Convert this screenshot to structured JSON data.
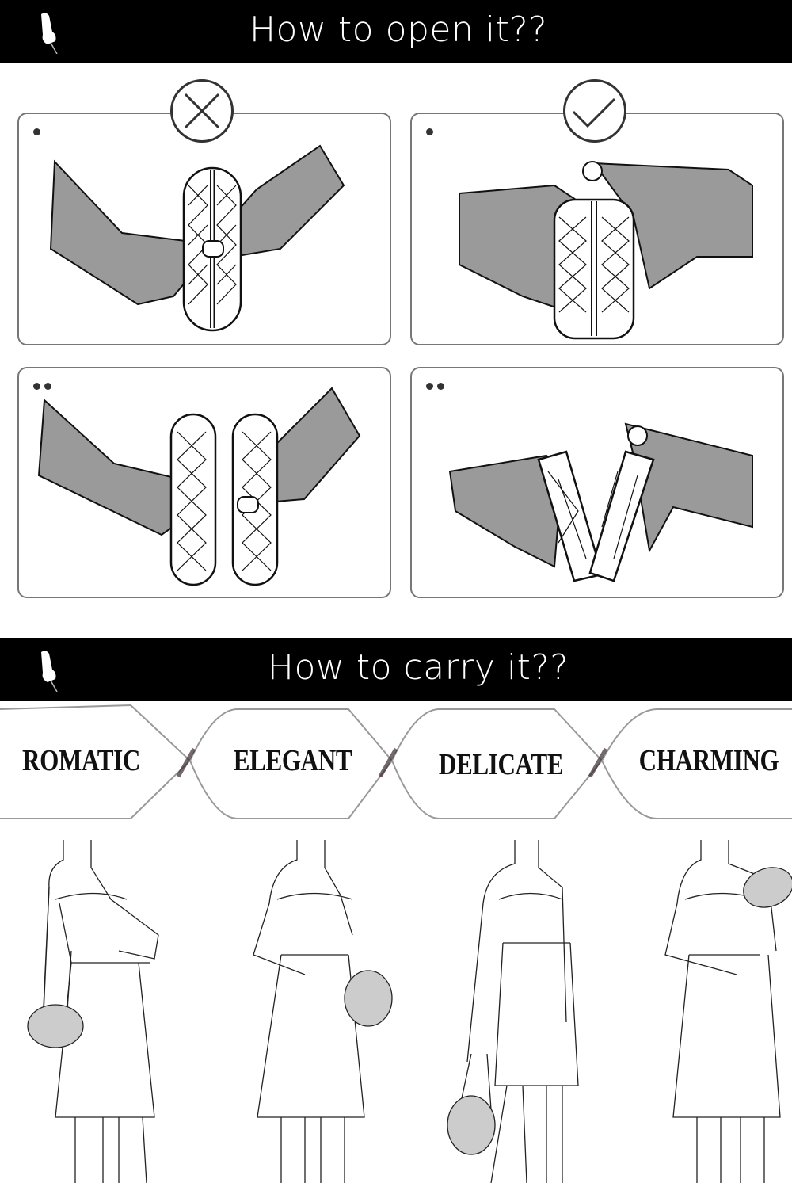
{
  "sections": {
    "open": {
      "title": "How to open it??",
      "icon": "pushpin-icon",
      "columns": [
        {
          "status": "incorrect",
          "status_icon": "x-circle-icon"
        },
        {
          "status": "correct",
          "status_icon": "check-circle-icon"
        }
      ],
      "steps": [
        {
          "step": 1,
          "marker": "●",
          "method": "wrong",
          "description": "Pulling clutch halves apart sideways at the center clasp"
        },
        {
          "step": 1,
          "marker": "●",
          "method": "right",
          "description": "Pinching the top clasp to release"
        },
        {
          "step": 2,
          "marker": "●●",
          "method": "wrong",
          "description": "Clutch forced open from the middle"
        },
        {
          "step": 2,
          "marker": "●●",
          "method": "right",
          "description": "Clutch opens in a V shape from the top clasp"
        }
      ]
    },
    "carry": {
      "title": "How to carry it??",
      "icon": "pushpin-icon",
      "styles": [
        {
          "label": "ROMATIC",
          "pose": "Crossbody chain over shoulder"
        },
        {
          "label": "ELEGANT",
          "pose": "Held at hip on short chain"
        },
        {
          "label": "DELICATE",
          "pose": "Dangling from hand at side"
        },
        {
          "label": "CHARMING",
          "pose": "Held up at shoulder in hand"
        }
      ]
    }
  },
  "colors": {
    "banner": "#000000",
    "banner_text": "#ffffff",
    "hand_fill": "#9a9a9a",
    "panel_border": "#777777"
  }
}
